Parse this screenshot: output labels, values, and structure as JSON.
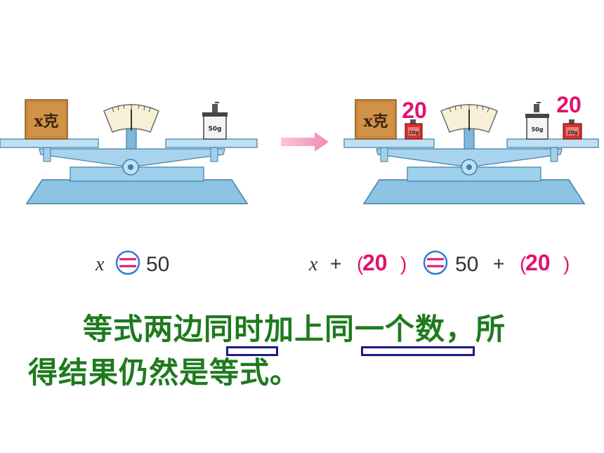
{
  "left_scale": {
    "box_label": "x克",
    "weight_label": "50g"
  },
  "right_scale": {
    "box_label": "x克",
    "weight_label": "50g",
    "added_weight_label": "20g",
    "added_left_number": "20",
    "added_right_number": "20"
  },
  "left_equation": {
    "variable": "x",
    "equals": "=",
    "value": "50"
  },
  "right_equation": {
    "variable": "x",
    "plus1": "+",
    "open1": "(",
    "added1": "20",
    "close1": ")",
    "equals": "=",
    "value": "50",
    "plus2": "+",
    "open2": "(",
    "added2": "20",
    "close2": ")"
  },
  "statement": {
    "line1": "等式两边同时加上同一个数，所",
    "line2": "得结果仍然是等式。"
  },
  "colors": {
    "scale_blue": "#8ec4e3",
    "scale_dark": "#3f7ea6",
    "box_brown": "#c98a3e",
    "weight_red": "#d8302c",
    "accent_pink": "#e0126e",
    "statement_green": "#1e7a1e",
    "highlight_navy": "#1a1a8c",
    "circle_blue": "#2a7fd0"
  }
}
